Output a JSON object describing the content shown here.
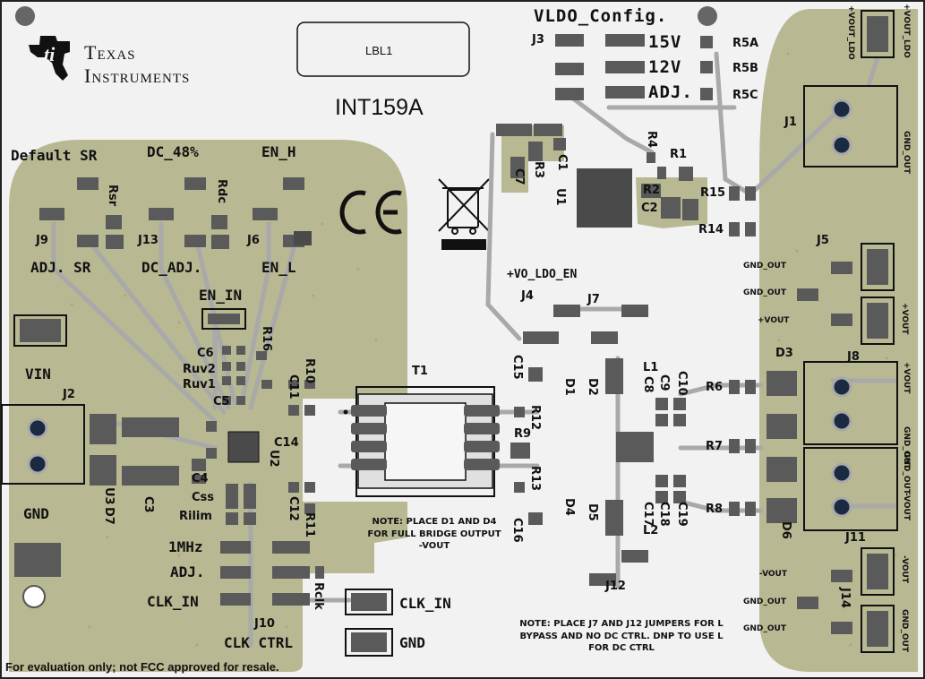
{
  "board": {
    "title": "INT159A",
    "label_box": "LBL1",
    "footer": "For evaluation only; not FCC approved for resale.",
    "logo_line1": "Texas",
    "logo_line2": "Instruments",
    "ce_mark": "CE"
  },
  "colors": {
    "background": "#f2f2f2",
    "copper_pour": "#b8b893",
    "pad": "#5a5a5a",
    "trace": "#a9a9a9",
    "silkscreen": "#111111"
  },
  "headers_left": {
    "default_sr": "Default SR",
    "dc_48": "DC_48%",
    "en_h": "EN_H",
    "adj_sr": "ADJ. SR",
    "dc_adj": "DC_ADJ.",
    "en_l": "EN_L",
    "en_in": "EN_IN",
    "vin": "VIN",
    "gnd": "GND",
    "mhz": "1MHz",
    "adj": "ADJ.",
    "clk_in": "CLK_IN",
    "clk_ctrl": "CLK CTRL",
    "clk_in_conn": "CLK_IN",
    "gnd_conn": "GND"
  },
  "ldo": {
    "title": "VLDO_Config.",
    "opt_15v": "15V",
    "opt_12v": "12V",
    "opt_adj": "ADJ.",
    "vo_ldo_en": "+VO_LDO_EN"
  },
  "notes": {
    "d1_d4": "NOTE: PLACE D1 AND D4 FOR FULL BRIDGE OUTPUT -VOUT",
    "j7_j12": "NOTE: PLACE J7 AND J12 JUMPERS FOR L BYPASS AND NO DC CTRL. DNP TO USE L FOR DC CTRL"
  },
  "refdes": {
    "j1": "J1",
    "j2": "J2",
    "j3": "J3",
    "j4": "J4",
    "j5": "J5",
    "j6": "J6",
    "j7": "J7",
    "j8": "J8",
    "j9": "J9",
    "j10": "J10",
    "j11": "J11",
    "j12": "J12",
    "j13": "J13",
    "j14": "J14",
    "t1": "T1",
    "u1": "U1",
    "u2": "U2",
    "u3": "U3",
    "r1": "R1",
    "r2": "R2",
    "r3": "R3",
    "r4": "R4",
    "r5a": "R5A",
    "r5b": "R5B",
    "r5c": "R5C",
    "r6": "R6",
    "r7": "R7",
    "r8": "R8",
    "r9": "R9",
    "r10": "R10",
    "r11": "R11",
    "r12": "R12",
    "r13": "R13",
    "r14": "R14",
    "r15": "R15",
    "r16": "R16",
    "rsr": "Rsr",
    "rdc": "Rdc",
    "ruv1": "Ruv1",
    "ruv2": "Ruv2",
    "rilim": "Rilim",
    "rclk": "Rclk",
    "css": "Css",
    "c1": "C1",
    "c2": "C2",
    "c3": "C3",
    "c4": "C4",
    "c5": "C5",
    "c6": "C6",
    "c7": "C7",
    "c8": "C8",
    "c9": "C9",
    "c10": "C10",
    "c11": "C11",
    "c12": "C12",
    "c14": "C14",
    "c15": "C15",
    "c16": "C16",
    "c17": "C17",
    "c18": "C18",
    "c19": "C19",
    "d1": "D1",
    "d2": "D2",
    "d3": "D3",
    "d4": "D4",
    "d5": "D5",
    "d6": "D6",
    "d7": "D7",
    "l1": "L1",
    "l2": "L2"
  },
  "right_conn": {
    "vout_ldo_a": "+VOUT_LDO",
    "vout_ldo_b": "+VOUT_LDO",
    "gnd_out_j1": "GND_OUT",
    "gnd_out_j5a": "GND_OUT",
    "gnd_out_j5b": "GND_OUT",
    "pvout_j5": "+VOUT",
    "pvout_j5v": "+VOUT",
    "pvout_j8": "+VOUT",
    "gnd_out_j8": "GND_OUT",
    "gnd_out_j11": "GND_OUT",
    "nvout_j11": "-VOUT",
    "nvout_j14": "-VOUT",
    "nvout_j14v": "-VOUT",
    "gnd_out_j14a": "GND_OUT",
    "gnd_out_j14b": "GND_OUT",
    "gnd_out_j14v": "GND_OUT"
  }
}
